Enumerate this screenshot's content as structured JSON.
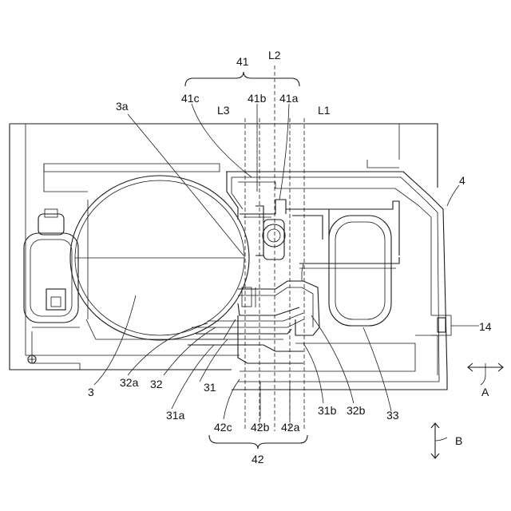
{
  "labels": {
    "group_41": "41",
    "L2": "L2",
    "L3": "L3",
    "L1": "L1",
    "l_3a": "3a",
    "l_41c": "41c",
    "l_41b": "41b",
    "l_41a": "41a",
    "l_4": "4",
    "l_14": "14",
    "l_A": "A",
    "l_3": "3",
    "l_32a": "32a",
    "l_32": "32",
    "l_31": "31",
    "l_31a": "31a",
    "l_31b": "31b",
    "l_32b": "32b",
    "l_33": "33",
    "l_42c": "42c",
    "l_42b": "42b",
    "l_42a": "42a",
    "group_42": "42",
    "l_B": "B"
  }
}
